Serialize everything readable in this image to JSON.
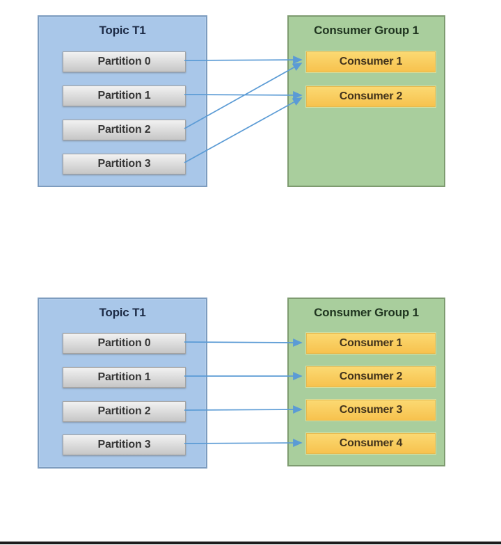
{
  "colors": {
    "topic_fill": "#A9C7E9",
    "topic_border": "#7D9CBF",
    "partition_fill": "#D9D9D9",
    "partition_border": "#A3A3A3",
    "group_fill": "#A9CE9D",
    "group_border": "#7E9B70",
    "consumer_fill": "#F9CE5F",
    "consumer_border": "#E5B94E",
    "arrow": "#5B9BD5"
  },
  "diagrams": [
    {
      "topic": {
        "title": "Topic T1",
        "partitions": [
          "Partition 0",
          "Partition 1",
          "Partition 2",
          "Partition 3"
        ]
      },
      "consumer_group": {
        "title": "Consumer Group 1",
        "consumers": [
          "Consumer 1",
          "Consumer 2"
        ]
      },
      "assignments": [
        {
          "from": "Partition 0",
          "to": "Consumer 1"
        },
        {
          "from": "Partition 1",
          "to": "Consumer 2"
        },
        {
          "from": "Partition 2",
          "to": "Consumer 1"
        },
        {
          "from": "Partition 3",
          "to": "Consumer 2"
        }
      ]
    },
    {
      "topic": {
        "title": "Topic T1",
        "partitions": [
          "Partition 0",
          "Partition 1",
          "Partition 2",
          "Partition 3"
        ]
      },
      "consumer_group": {
        "title": "Consumer Group 1",
        "consumers": [
          "Consumer 1",
          "Consumer 2",
          "Consumer 3",
          "Consumer 4"
        ]
      },
      "assignments": [
        {
          "from": "Partition 0",
          "to": "Consumer 1"
        },
        {
          "from": "Partition 1",
          "to": "Consumer 2"
        },
        {
          "from": "Partition 2",
          "to": "Consumer 3"
        },
        {
          "from": "Partition 3",
          "to": "Consumer 4"
        }
      ]
    }
  ]
}
